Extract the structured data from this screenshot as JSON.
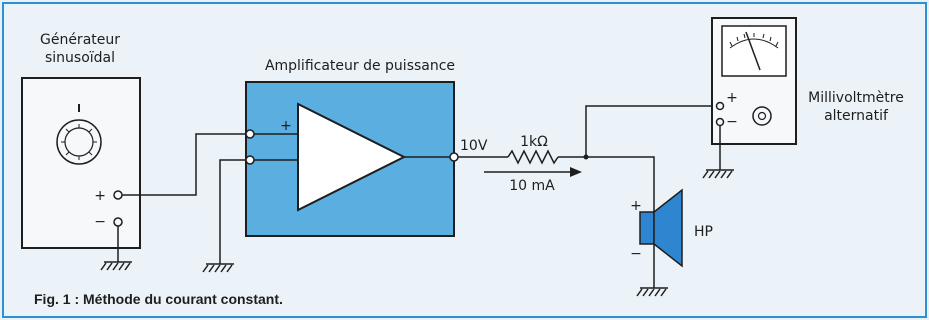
{
  "generator": {
    "label_line1": "Générateur",
    "label_line2": "sinusoïdal",
    "terminal_plus": "+",
    "terminal_minus": "−"
  },
  "amplifier": {
    "label": "Amplificateur de puissance",
    "input_plus": "+"
  },
  "output_voltage": "10V",
  "resistor": {
    "value": "1kΩ",
    "current": "10 mA"
  },
  "millivoltmeter": {
    "label_line1": "Millivoltmètre",
    "label_line2": "alternatif",
    "terminal_plus": "+",
    "terminal_minus": "−"
  },
  "speaker": {
    "label": "HP",
    "terminal_plus": "+",
    "terminal_minus": "−"
  },
  "caption": "Fig. 1 : Méthode du courant constant.",
  "colors": {
    "frame": "#2f8fd0",
    "background": "#ebf3f8",
    "amplifier_fill": "#5aaee0",
    "speaker_fill": "#2f86d0",
    "wire": "#1e1e1e",
    "panel": "#f6f8fa"
  }
}
